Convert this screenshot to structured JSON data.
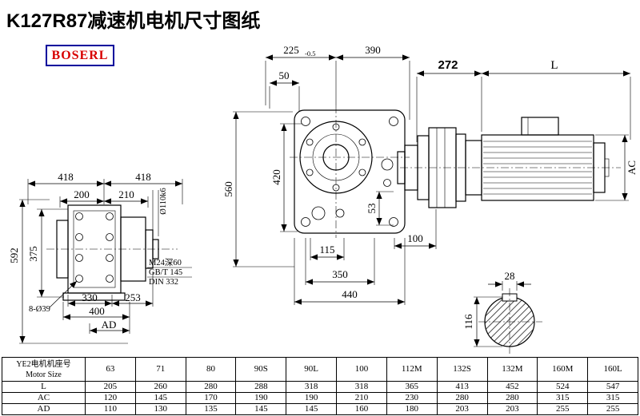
{
  "title": "K127R87减速机电机尺寸图纸",
  "logo": "BOSERL",
  "left_view": {
    "dim_418_a": "418",
    "dim_418_b": "418",
    "dim_200": "200",
    "dim_210": "210",
    "dim_592": "592",
    "dim_375": "375",
    "dim_shaft": "Ø110k6",
    "dim_330": "330",
    "dim_253": "253",
    "dim_400": "400",
    "dim_AD": "AD",
    "holes_note": "8-Ø39",
    "thread_note_line1": "M24深60",
    "thread_note_line2": "GB/T 145",
    "thread_note_line3": "DIN 332"
  },
  "front_view": {
    "dim_225": "225",
    "dim_225_tol": "-0.5",
    "dim_390": "390",
    "dim_50": "50",
    "dim_560": "560",
    "dim_420": "420",
    "dim_53": "53",
    "dim_115": "115",
    "dim_100": "100",
    "dim_350": "350",
    "dim_440": "440"
  },
  "motor_view": {
    "dim_272": "272",
    "dim_L": "L",
    "dim_AC": "AC"
  },
  "shaft_view": {
    "dim_28": "28",
    "dim_116": "116"
  },
  "table": {
    "corner_line1": "YE2电机机座号",
    "corner_line2": "Motor Size",
    "columns": [
      "63",
      "71",
      "80",
      "90S",
      "90L",
      "100",
      "112M",
      "132S",
      "132M",
      "160M",
      "160L"
    ],
    "rows": [
      {
        "label": "L",
        "values": [
          "205",
          "260",
          "280",
          "288",
          "318",
          "318",
          "365",
          "413",
          "452",
          "524",
          "547"
        ]
      },
      {
        "label": "AC",
        "values": [
          "120",
          "145",
          "170",
          "190",
          "190",
          "210",
          "230",
          "280",
          "280",
          "315",
          "315"
        ]
      },
      {
        "label": "AD",
        "values": [
          "110",
          "130",
          "135",
          "145",
          "145",
          "160",
          "180",
          "203",
          "203",
          "255",
          "255"
        ]
      }
    ]
  }
}
